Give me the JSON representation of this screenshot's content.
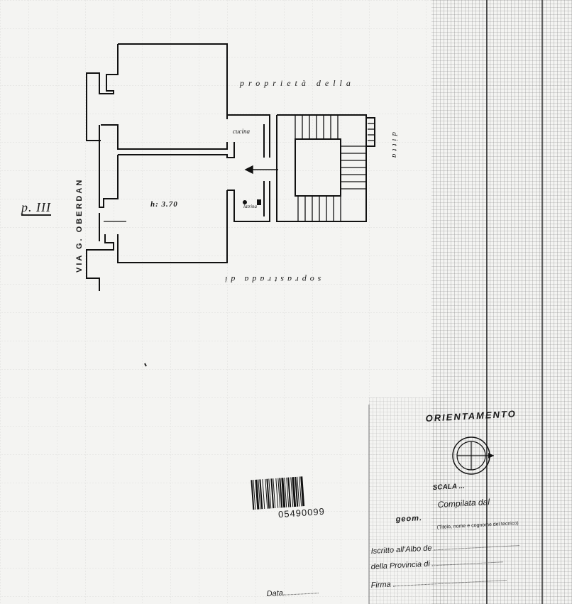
{
  "sheet": {
    "label": "p. III",
    "street": "VIA G. OBERDAN",
    "ownership_top": "proprietà della",
    "ownership_right": "ditta",
    "ownership_bottom": "soprastrada di",
    "room_kitchen": "cucina",
    "room_toilet": "latrina",
    "room_height": "h: 3.70"
  },
  "barcode": {
    "number": "05490099"
  },
  "title_block": {
    "orientation": "ORIENTAMENTO",
    "scale": "SCALA ...",
    "compiled_by": "Compilata dal",
    "surveyor": "geom.",
    "title_hint": "(Titolo, nome e cognome del tecnico)",
    "registered": "Iscritto all'Albo de",
    "province": "della Provincia di",
    "signature": "Firma",
    "date": "Data"
  },
  "colors": {
    "paper": "#f4f4f2",
    "ink": "#1a1a1a",
    "grid": "#9a9a9a"
  }
}
